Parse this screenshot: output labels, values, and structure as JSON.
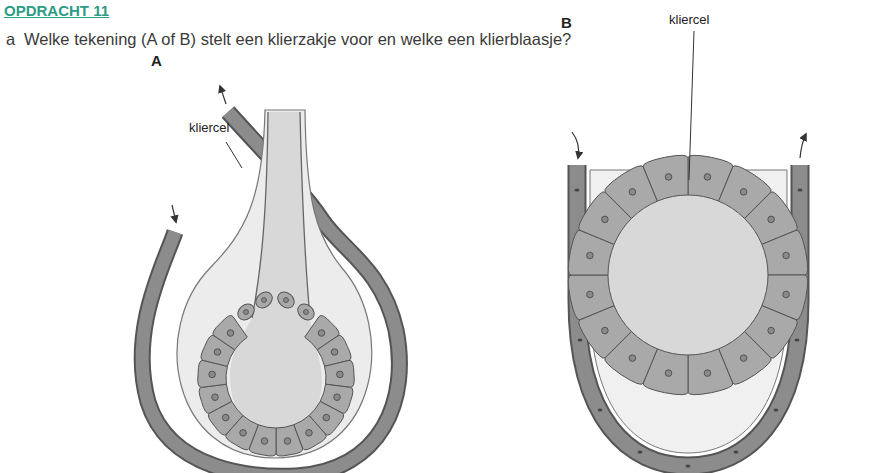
{
  "diagram": {
    "title": "OPDRACHT 11",
    "labels": [
      "a",
      "Welke tekening (A of B) stelt een klierzakje voor en welke een klierblaasje?",
      "A",
      "kliercel",
      "B",
      "kliercel"
    ]
  }
}
